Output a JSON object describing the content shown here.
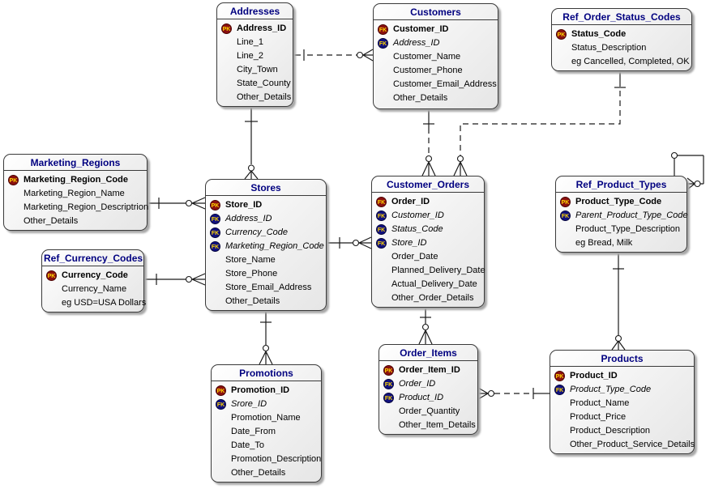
{
  "colors": {
    "entity_title": "#000080",
    "pk_badge": "#8b1010",
    "fk_badge": "#101080",
    "badge_text": "#ffd700",
    "line": "#1a1a1a"
  },
  "tables": [
    {
      "id": "addresses",
      "name": "Addresses",
      "fields": [
        {
          "badge": "pk",
          "badge_label": "PK",
          "name": "Address_ID",
          "emphasis": "bold"
        },
        {
          "badge": null,
          "name": "Line_1",
          "emphasis": "normal"
        },
        {
          "badge": null,
          "name": "Line_2",
          "emphasis": "normal"
        },
        {
          "badge": null,
          "name": "City_Town",
          "emphasis": "normal"
        },
        {
          "badge": null,
          "name": "State_County",
          "emphasis": "normal"
        },
        {
          "badge": null,
          "name": "Other_Details",
          "emphasis": "normal"
        }
      ]
    },
    {
      "id": "customers",
      "name": "Customers",
      "fields": [
        {
          "badge": "pkfk",
          "badge_label": "FK",
          "name": "Customer_ID",
          "emphasis": "bold"
        },
        {
          "badge": "fk",
          "badge_label": "FK",
          "name": "Address_ID",
          "emphasis": "italic"
        },
        {
          "badge": null,
          "name": "Customer_Name",
          "emphasis": "normal"
        },
        {
          "badge": null,
          "name": "Customer_Phone",
          "emphasis": "normal"
        },
        {
          "badge": null,
          "name": "Customer_Email_Address",
          "emphasis": "normal"
        },
        {
          "badge": null,
          "name": "Other_Details",
          "emphasis": "normal"
        }
      ]
    },
    {
      "id": "ref_order_status_codes",
      "name": "Ref_Order_Status_Codes",
      "fields": [
        {
          "badge": "pk",
          "badge_label": "PK",
          "name": "Status_Code",
          "emphasis": "bold"
        },
        {
          "badge": null,
          "name": "Status_Description",
          "emphasis": "normal"
        },
        {
          "badge": null,
          "name": "eg Cancelled, Completed, OK",
          "emphasis": "normal"
        }
      ]
    },
    {
      "id": "marketing_regions",
      "name": "Marketing_Regions",
      "fields": [
        {
          "badge": "pk",
          "badge_label": "PK",
          "name": "Marketing_Region_Code",
          "emphasis": "bold"
        },
        {
          "badge": null,
          "name": "Marketing_Region_Name",
          "emphasis": "normal"
        },
        {
          "badge": null,
          "name": "Marketing_Region_Descriptrion",
          "emphasis": "normal"
        },
        {
          "badge": null,
          "name": "Other_Details",
          "emphasis": "normal"
        }
      ]
    },
    {
      "id": "ref_currency_codes",
      "name": "Ref_Currency_Codes",
      "fields": [
        {
          "badge": "pk",
          "badge_label": "PK",
          "name": "Currency_Code",
          "emphasis": "bold"
        },
        {
          "badge": null,
          "name": "Currency_Name",
          "emphasis": "normal"
        },
        {
          "badge": null,
          "name": "eg USD=USA Dollars",
          "emphasis": "normal"
        }
      ]
    },
    {
      "id": "stores",
      "name": "Stores",
      "fields": [
        {
          "badge": "pk",
          "badge_label": "PK",
          "name": "Store_ID",
          "emphasis": "bold"
        },
        {
          "badge": "fk",
          "badge_label": "FK",
          "name": "Address_ID",
          "emphasis": "italic"
        },
        {
          "badge": "fk",
          "badge_label": "FK",
          "name": "Currency_Code",
          "emphasis": "italic"
        },
        {
          "badge": "fk",
          "badge_label": "FK",
          "name": "Marketing_Region_Code",
          "emphasis": "italic"
        },
        {
          "badge": null,
          "name": "Store_Name",
          "emphasis": "normal"
        },
        {
          "badge": null,
          "name": "Store_Phone",
          "emphasis": "normal"
        },
        {
          "badge": null,
          "name": "Store_Email_Address",
          "emphasis": "normal"
        },
        {
          "badge": null,
          "name": "Other_Details",
          "emphasis": "normal"
        }
      ]
    },
    {
      "id": "customer_orders",
      "name": "Customer_Orders",
      "fields": [
        {
          "badge": "pkfk",
          "badge_label": "FK",
          "name": "Order_ID",
          "emphasis": "bold"
        },
        {
          "badge": "fk",
          "badge_label": "FK",
          "name": "Customer_ID",
          "emphasis": "italic"
        },
        {
          "badge": "fk",
          "badge_label": "FK",
          "name": "Status_Code",
          "emphasis": "italic"
        },
        {
          "badge": "fk",
          "badge_label": "FK",
          "name": "Store_ID",
          "emphasis": "italic"
        },
        {
          "badge": null,
          "name": "Order_Date",
          "emphasis": "normal"
        },
        {
          "badge": null,
          "name": "Planned_Delivery_Date",
          "emphasis": "normal"
        },
        {
          "badge": null,
          "name": "Actual_Delivery_Date",
          "emphasis": "normal"
        },
        {
          "badge": null,
          "name": "Other_Order_Details",
          "emphasis": "normal"
        }
      ]
    },
    {
      "id": "ref_product_types",
      "name": "Ref_Product_Types",
      "fields": [
        {
          "badge": "pk",
          "badge_label": "PK",
          "name": "Product_Type_Code",
          "emphasis": "bold"
        },
        {
          "badge": "fk",
          "badge_label": "FK",
          "name": "Parent_Product_Type_Code",
          "emphasis": "italic"
        },
        {
          "badge": null,
          "name": "Product_Type_Description",
          "emphasis": "normal"
        },
        {
          "badge": null,
          "name": "eg Bread, Milk",
          "emphasis": "normal"
        }
      ]
    },
    {
      "id": "promotions",
      "name": "Promotions",
      "fields": [
        {
          "badge": "pk",
          "badge_label": "PK",
          "name": "Promotion_ID",
          "emphasis": "bold"
        },
        {
          "badge": "fk",
          "badge_label": "FK",
          "name": "Srore_ID",
          "emphasis": "italic"
        },
        {
          "badge": null,
          "name": "Promotion_Name",
          "emphasis": "normal"
        },
        {
          "badge": null,
          "name": "Date_From",
          "emphasis": "normal"
        },
        {
          "badge": null,
          "name": "Date_To",
          "emphasis": "normal"
        },
        {
          "badge": null,
          "name": "Promotion_Description",
          "emphasis": "normal"
        },
        {
          "badge": null,
          "name": "Other_Details",
          "emphasis": "normal"
        }
      ]
    },
    {
      "id": "order_items",
      "name": "Order_Items",
      "fields": [
        {
          "badge": "pk",
          "badge_label": "PK",
          "name": "Order_Item_ID",
          "emphasis": "bold"
        },
        {
          "badge": "fk",
          "badge_label": "FK",
          "name": "Order_ID",
          "emphasis": "italic"
        },
        {
          "badge": "fk",
          "badge_label": "FK",
          "name": "Product_ID",
          "emphasis": "italic"
        },
        {
          "badge": null,
          "name": "Order_Quantity",
          "emphasis": "normal"
        },
        {
          "badge": null,
          "name": "Other_Item_Details",
          "emphasis": "normal"
        }
      ]
    },
    {
      "id": "products",
      "name": "Products",
      "fields": [
        {
          "badge": "pk",
          "badge_label": "PK",
          "name": "Product_ID",
          "emphasis": "bold"
        },
        {
          "badge": "fk",
          "badge_label": "FK",
          "name": "Product_Type_Code",
          "emphasis": "italic"
        },
        {
          "badge": null,
          "name": "Product_Name",
          "emphasis": "normal"
        },
        {
          "badge": null,
          "name": "Product_Price",
          "emphasis": "normal"
        },
        {
          "badge": null,
          "name": "Product_Description",
          "emphasis": "normal"
        },
        {
          "badge": null,
          "name": "Other_Product_Service_Details",
          "emphasis": "normal"
        }
      ]
    }
  ],
  "relationships": [
    {
      "from": "Addresses",
      "to": "Stores",
      "line": "solid"
    },
    {
      "from": "Addresses",
      "to": "Customers",
      "line": "dashed"
    },
    {
      "from": "Customers",
      "to": "Customer_Orders",
      "line": "dashed"
    },
    {
      "from": "Ref_Order_Status_Codes",
      "to": "Customer_Orders",
      "line": "dashed"
    },
    {
      "from": "Marketing_Regions",
      "to": "Stores",
      "line": "solid"
    },
    {
      "from": "Ref_Currency_Codes",
      "to": "Stores",
      "line": "solid"
    },
    {
      "from": "Stores",
      "to": "Customer_Orders",
      "line": "solid"
    },
    {
      "from": "Stores",
      "to": "Promotions",
      "line": "solid"
    },
    {
      "from": "Customer_Orders",
      "to": "Order_Items",
      "line": "solid"
    },
    {
      "from": "Order_Items",
      "to": "Products",
      "line": "dashed"
    },
    {
      "from": "Ref_Product_Types",
      "to": "Products",
      "line": "solid"
    },
    {
      "from": "Ref_Product_Types",
      "to": "Ref_Product_Types",
      "line": "solid"
    }
  ]
}
